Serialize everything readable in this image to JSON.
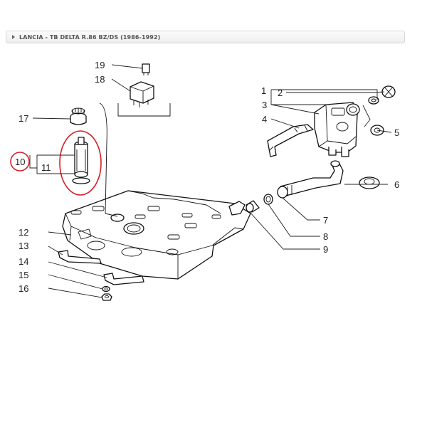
{
  "breadcrumb": {
    "text": "LANCIA - TB DELTA R.86 BZ/DS (1986-1992)",
    "arrow_icon": "triangle-right-icon"
  },
  "callouts": {
    "n1": "1",
    "n2": "2",
    "n3": "3",
    "n4": "4",
    "n5": "5",
    "n6": "6",
    "n7": "7",
    "n8": "8",
    "n9": "9",
    "n10": "10",
    "n11": "11",
    "n12": "12",
    "n13": "13",
    "n14": "14",
    "n15": "15",
    "n16": "16",
    "n17": "17",
    "n18": "18",
    "n19": "19"
  },
  "highlight_color": "#d21f26"
}
